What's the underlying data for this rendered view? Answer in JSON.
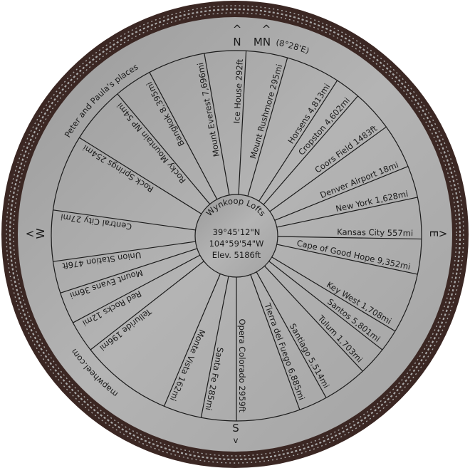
{
  "plate": {
    "title_arc": "Peter and Paula's places",
    "footer_arc": "mapwheel.com",
    "colors": {
      "plate": "#a9a9a9",
      "border": "#3b2723",
      "ink": "#1a1a1a"
    }
  },
  "center": {
    "name": "Wynkoop Lofts",
    "lat": "39°45'12\"N",
    "lon": "104°59'54\"W",
    "elev": "Elev. 5186ft"
  },
  "compass": {
    "north": "N",
    "magnetic_north": "MN",
    "declination": "(8°28'E)",
    "east": "E",
    "south": "S",
    "west": "W",
    "arrow_up": "^",
    "arrow_right": ">",
    "arrow_down": "v",
    "arrow_left": "<"
  },
  "spokes": [
    {
      "label": "Ice House 292ft",
      "bearing": 3
    },
    {
      "label": "Mount Rushmore 295mi",
      "bearing": 16
    },
    {
      "label": "Horsens 4,813mi",
      "bearing": 33
    },
    {
      "label": "Cropston 4,602mi",
      "bearing": 41
    },
    {
      "label": "Coors Field 1483ft",
      "bearing": 54
    },
    {
      "label": "Denver Airport  18mi",
      "bearing": 68
    },
    {
      "label": "New York 1,628mi",
      "bearing": 78
    },
    {
      "label": "Kansas City 557mi",
      "bearing": 91
    },
    {
      "label": "Cape of Good Hope 9,352mi",
      "bearing": 102
    },
    {
      "label": "Key West 1,708mi",
      "bearing": 121
    },
    {
      "label": "Santos 5,801mi",
      "bearing": 128
    },
    {
      "label": "Tulum 1,703mi",
      "bearing": 137
    },
    {
      "label": "Santiago 5,514mi",
      "bearing": 151
    },
    {
      "label": "Tierra del Fuego 6,885mi",
      "bearing": 160
    },
    {
      "label": "Opera Colorado 2959ft",
      "bearing": 180
    },
    {
      "label": "Santa Fe 285mi",
      "bearing": 191
    },
    {
      "label": "Monte Vista 162mi",
      "bearing": 203
    },
    {
      "label": "Telluride 196mi",
      "bearing": 232
    },
    {
      "label": "Red Rocks 12mi",
      "bearing": 242
    },
    {
      "label": "Mount Evans 36mi",
      "bearing": 252
    },
    {
      "label": "Union Station 476ft",
      "bearing": 262
    },
    {
      "label": "Central City 27mi",
      "bearing": 278
    },
    {
      "label": "Rock Springs 254mi",
      "bearing": 302
    },
    {
      "label": "Rocky Mountain NP 54mi",
      "bearing": 320
    },
    {
      "label": "Bangkok 8,395mi",
      "bearing": 332
    },
    {
      "label": "Mount Everest 7,696mi",
      "bearing": 350
    }
  ]
}
